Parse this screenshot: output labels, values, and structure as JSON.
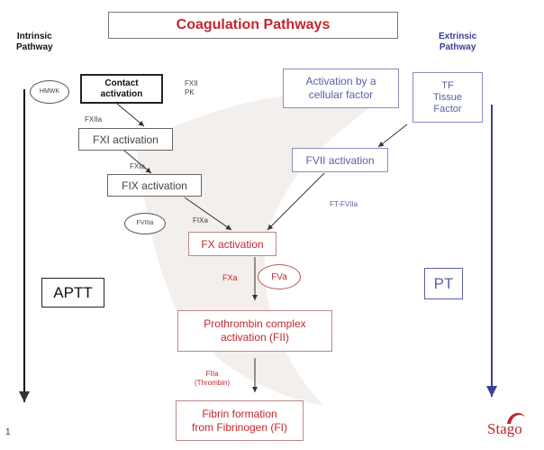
{
  "title": "Coagulation Pathways",
  "intrinsic": {
    "label_line1": "Intrinsic",
    "label_line2": "Pathway"
  },
  "extrinsic": {
    "label_line1": "Extrinsic",
    "label_line2": "Pathway"
  },
  "hmwk": "HMWK",
  "contact": {
    "line1": "Contact",
    "line2": "activation"
  },
  "fxii": "FXII",
  "pk": "PK",
  "fxiia": "FXIIa",
  "fxi_activation": "FXI activation",
  "fxia": "FXIa",
  "fix_activation": "FIX activation",
  "fviiia": "FVIIIa",
  "fixa": "FIXa",
  "activation_cellular": {
    "line1": "Activation by a",
    "line2": "cellular factor"
  },
  "tf": {
    "line1": "TF",
    "line2": "Tissue",
    "line3": "Factor"
  },
  "fvii_activation": "FVII activation",
  "ft_fviia": "FT-FVIIa",
  "fx_activation": "FX activation",
  "fxa": "FXa",
  "fva": "FVa",
  "aptt": "APTT",
  "pt": "PT",
  "prothrombin": {
    "line1": "Prothrombin complex",
    "line2": "activation (FII)"
  },
  "fiia": {
    "line1": "FIIa",
    "line2": "(Thrombin)"
  },
  "fibrin": {
    "line1": "Fibrin formation",
    "line2": "from Fibrinogen (FI)"
  },
  "page_number": "1",
  "logo_text": "Stago"
}
